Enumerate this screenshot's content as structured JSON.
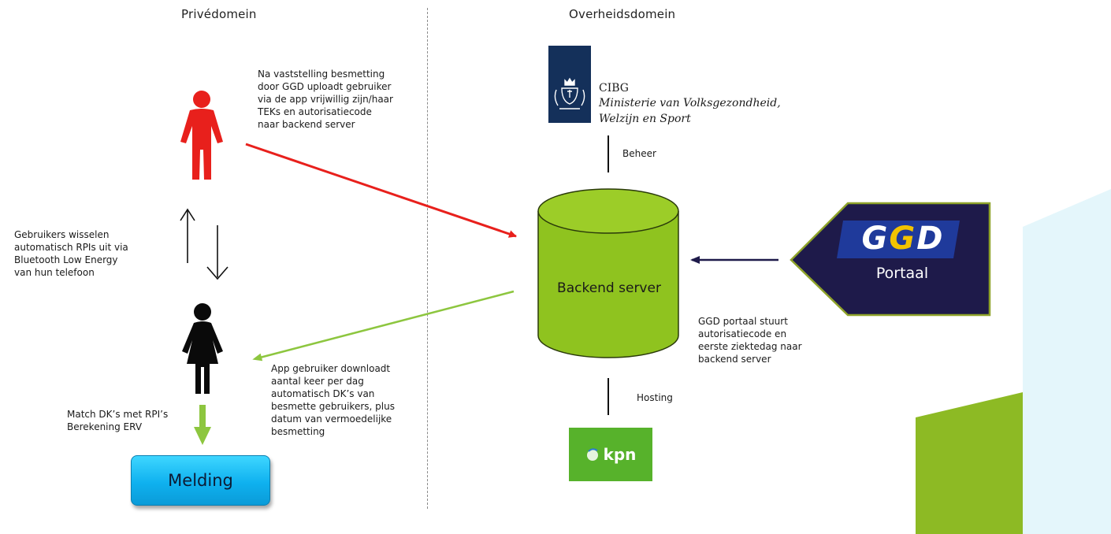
{
  "domains": {
    "private": "Privédomein",
    "government": "Overheidsdomein"
  },
  "texts": {
    "upload": "Na vaststelling besmetting\ndoor GGD uploadt gebruiker\nvia de app vrijwillig zijn/haar\nTEKs en autorisatiecode\nnaar backend server",
    "exchange": "Gebruikers wisselen\nautomatisch RPIs uit via\nBluetooth Low Energy\nvan hun telefoon",
    "download": "App gebruiker downloadt\naantal keer per dag\nautomatisch DK’s van\nbesmette gebruikers, plus\ndatum van vermoedelijke\nbesmetting",
    "match": "Match DK’s met RPI’s\nBerekening ERV",
    "portal_sends": "GGD portaal stuurt\nautorisatiecode en\neerste ziektedag naar\nbackend server"
  },
  "nodes": {
    "notification": "Melding",
    "server": "Backend server",
    "ministry_abbr": "CIBG",
    "ministry_name_line1": "Ministerie van Volksgezondheid,",
    "ministry_name_line2": "Welzijn en Sport",
    "hosting_provider": "kpn",
    "ggd_logo": "GGD",
    "portal": "Portaal"
  },
  "links": {
    "management": "Beheer",
    "hosting": "Hosting"
  },
  "colors": {
    "infected_user": "#e8201c",
    "upload_arrow": "#e8201c",
    "download_arrow": "#8dc63f",
    "server_fill": "#8fc31f",
    "portal_fill": "#1e1a4a",
    "portal_arrow": "#1e1a4a",
    "notification_fill": "#1cbdf5",
    "kpn_fill": "#57b22b",
    "ministry_blue": "#14305a"
  },
  "icons": {
    "infected_user": "person-icon",
    "contact_user": "woman-icon",
    "ministry": "royal-coat-of-arms-icon",
    "kpn": "kpn-logo-icon",
    "ggd": "ggd-logo-icon"
  }
}
